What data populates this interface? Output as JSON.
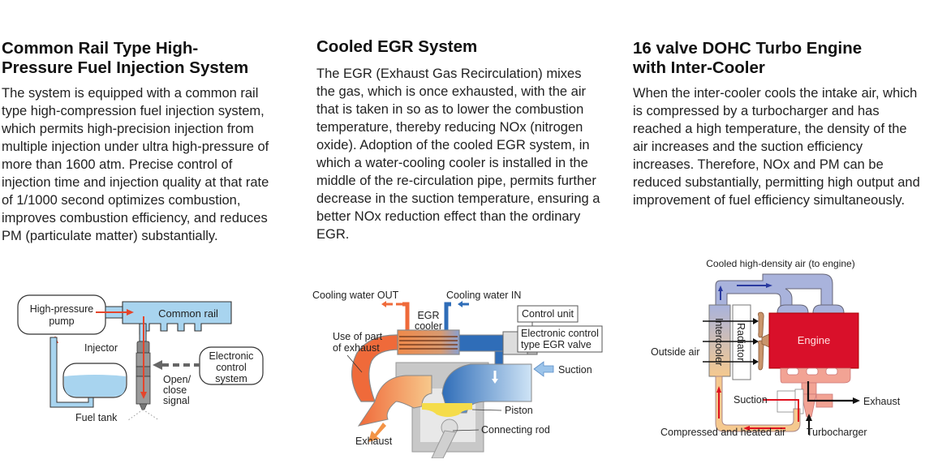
{
  "sections": [
    {
      "title_line1": "Common Rail Type High-",
      "title_line2": "Pressure Fuel Injection System",
      "body": "The system is equipped with a common rail type high-compression fuel injection system, which permits high-precision injection from multiple injection under ultra high-pressure of more than 1600 atm. Precise control of injection time and injection quality at that rate of 1/1000 second optimizes combustion, improves combustion efficiency, and reduces PM (particulate matter) substantially.",
      "diagram": {
        "high_pressure_pump_1": "High-pressure",
        "high_pressure_pump_2": "pump",
        "common_rail": "Common rail",
        "injector": "Injector",
        "electronic_control_1": "Electronic",
        "electronic_control_2": "control",
        "electronic_control_3": "system",
        "signal_1": "Open/",
        "signal_2": "close",
        "signal_3": "signal",
        "fuel_tank": "Fuel tank"
      }
    },
    {
      "title_line1": "Cooled EGR System",
      "body": "The EGR (Exhaust Gas Recirculation) mixes the gas, which is once exhausted, with the air that is taken in so as to lower the combustion temperature, thereby reducing NOx (nitrogen oxide). Adoption of the cooled EGR system, in which a water-cooling cooler is installed in the middle of the re-circulation pipe, permits further decrease in the suction temperature, ensuring a better NOx reduction effect than the ordinary EGR.",
      "diagram": {
        "cooling_out": "Cooling water OUT",
        "cooling_in": "Cooling water IN",
        "egr_cooler_1": "EGR",
        "egr_cooler_2": "cooler",
        "control_unit": "Control unit",
        "egr_valve_1": "Electronic control",
        "egr_valve_2": "type EGR valve",
        "use_exhaust_1": "Use of part",
        "use_exhaust_2": "of exhaust",
        "suction": "Suction",
        "piston": "Piston",
        "connecting_rod": "Connecting rod",
        "exhaust": "Exhaust"
      }
    },
    {
      "title_line1": "16 valve DOHC Turbo Engine",
      "title_line2": "with Inter-Cooler",
      "body": "When the inter-cooler cools the intake air, which is compressed by a turbocharger and has reached a high temperature, the density of the air increases and the suction efficiency increases. Therefore, NOx and PM can be reduced substantially, permitting high output and improvement of fuel efficiency simultaneously.",
      "diagram": {
        "cooled_air": "Cooled high-density air (to engine)",
        "intercooler": "Intercooler",
        "radiator": "Radiator",
        "engine": "Engine",
        "outside_air": "Outside air",
        "suction": "Suction",
        "exhaust": "Exhaust",
        "compressed_air": "Compressed and heated air",
        "turbocharger": "Turbocharger"
      }
    }
  ],
  "colors": {
    "fuel_blue": "#a8d4ef",
    "flow_red": "#e4452c",
    "exhaust_orange": "#ef6a3a",
    "coolant_blue": "#2f6db8",
    "engine_red": "#d9102a",
    "engine_pink": "#f2a394",
    "intake_lilac": "#a9b3dc",
    "hot_air_tan": "#f5c98f"
  }
}
